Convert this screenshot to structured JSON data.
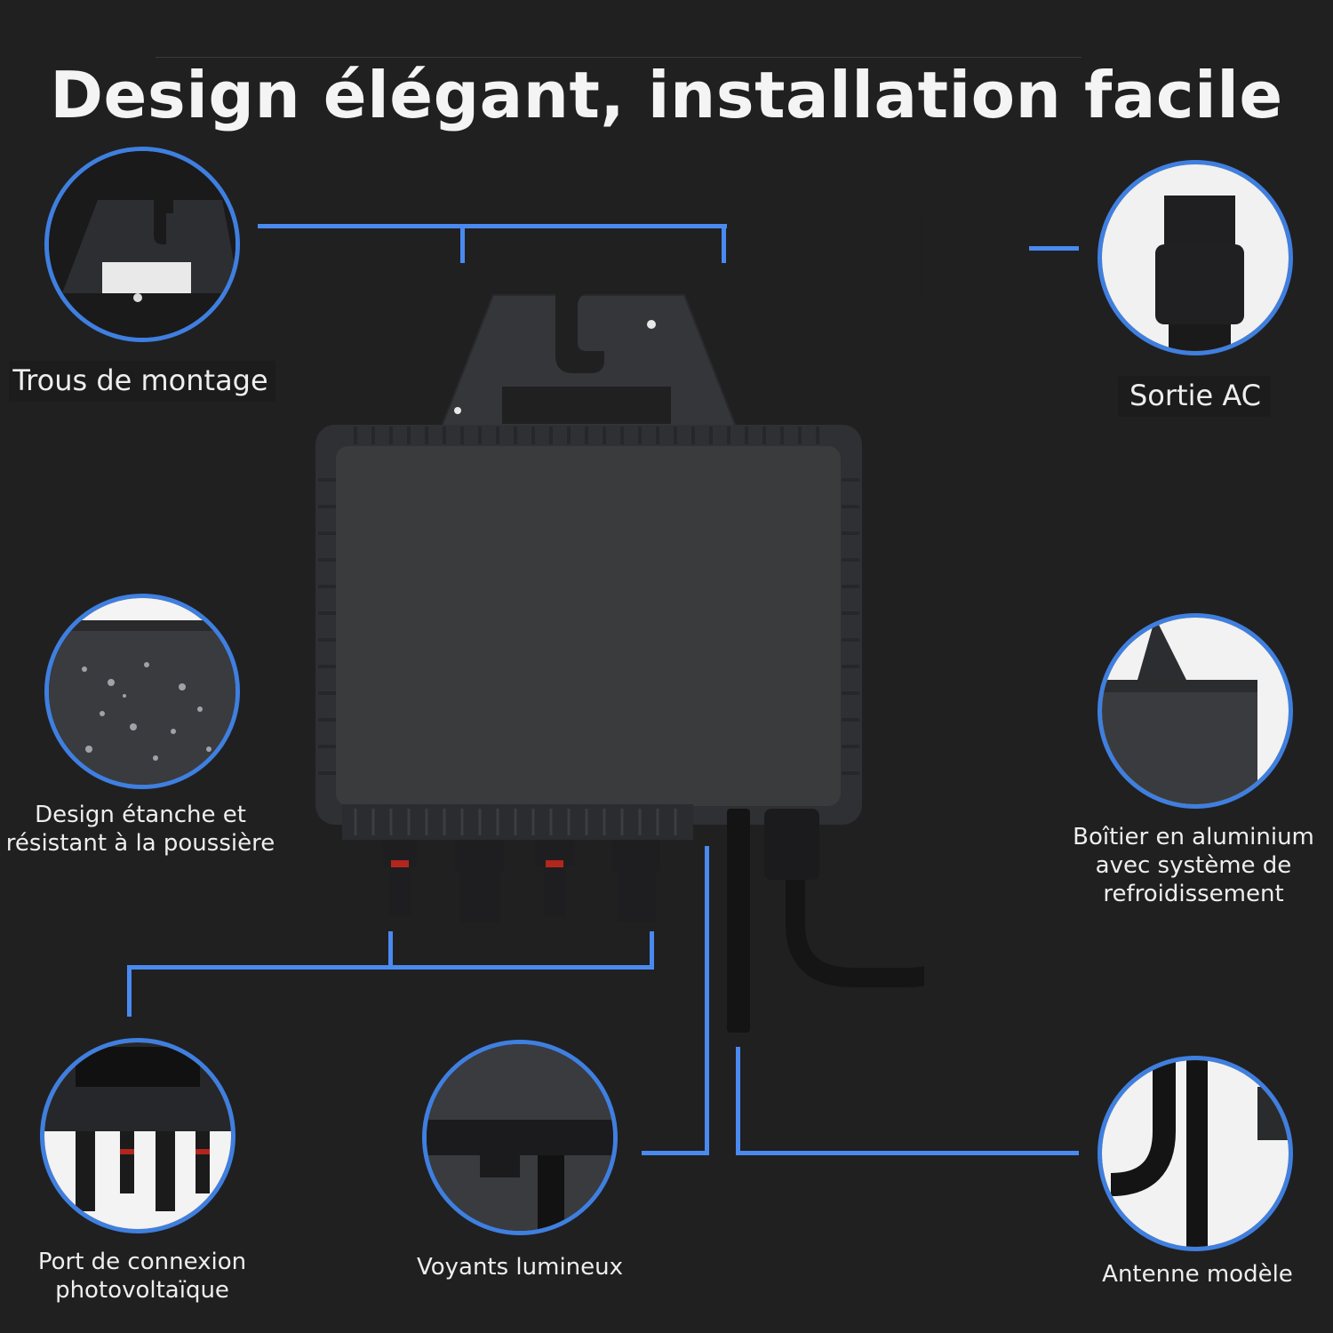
{
  "header": {
    "title": "Design élégant, installation facile"
  },
  "features": {
    "mounting_holes": "Trous de montage",
    "ac_output": "Sortie AC",
    "waterproof_line1": "Design étanche et",
    "waterproof_line2": "résistant à la poussière",
    "housing_line1": "Boîtier en aluminium",
    "housing_line2": "avec système de",
    "housing_line3": "refroidissement",
    "pv_port_line1": "Port de connexion",
    "pv_port_line2": "photovoltaïque",
    "indicator_lights": "Voyants lumineux",
    "antenna": "Antenne modèle"
  },
  "colors": {
    "background": "#202021",
    "accent_blue": "#3f7fe0",
    "device": "#3a3b3d",
    "text": "#eeeeee"
  }
}
